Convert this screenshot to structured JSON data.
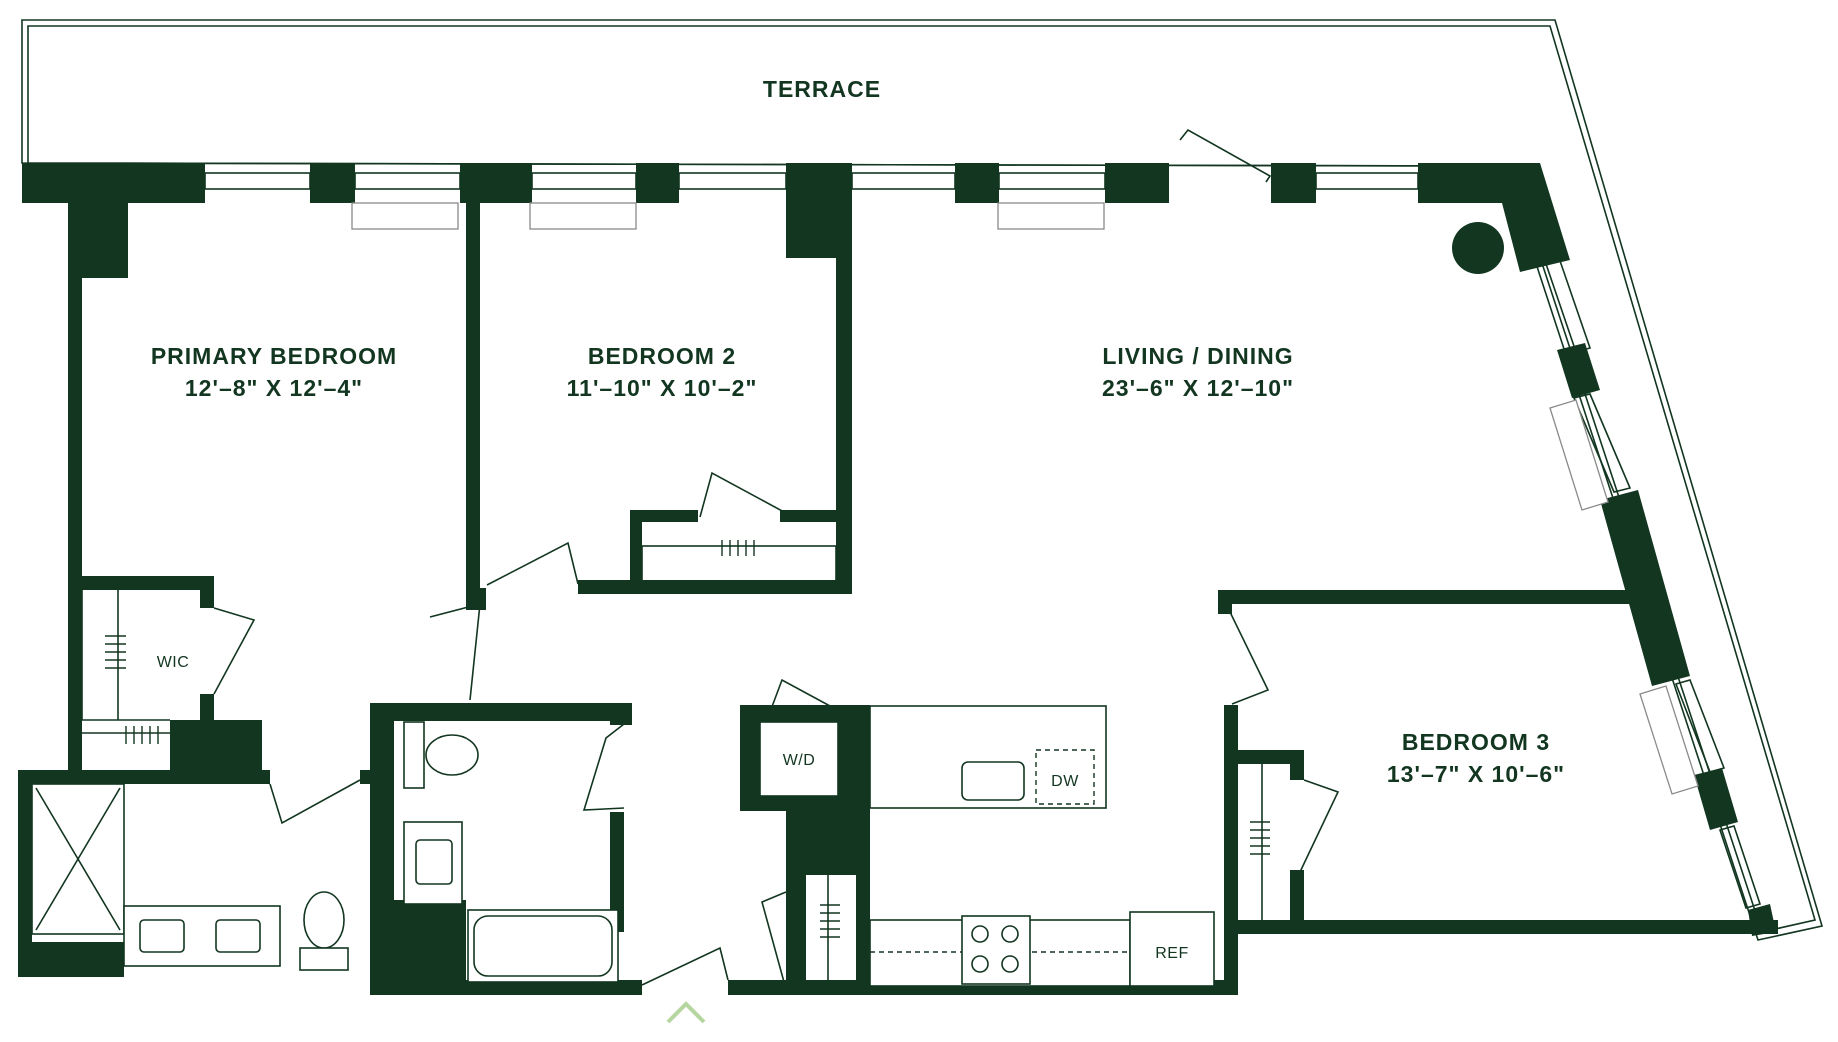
{
  "colors": {
    "wall": "#123620",
    "compass": "#b6d6a0",
    "background": "#ffffff"
  },
  "terrace": {
    "label": "TERRACE"
  },
  "rooms": {
    "primary_bedroom": {
      "name": "PRIMARY BEDROOM",
      "size": "12'–8\" X 12'–4\""
    },
    "bedroom_2": {
      "name": "BEDROOM 2",
      "size": "11'–10\" X 10'–2\""
    },
    "living_dining": {
      "name": "LIVING / DINING",
      "size": "23'–6\" X 12'–10\""
    },
    "bedroom_3": {
      "name": "BEDROOM 3",
      "size": "13'–7\" X 10'–6\""
    }
  },
  "fixtures": {
    "wic": "WIC",
    "washer_dryer": "W/D",
    "dishwasher": "DW",
    "refrigerator": "REF"
  },
  "icons": {
    "entry": "entry-chevron-icon",
    "column": "column-icon"
  }
}
